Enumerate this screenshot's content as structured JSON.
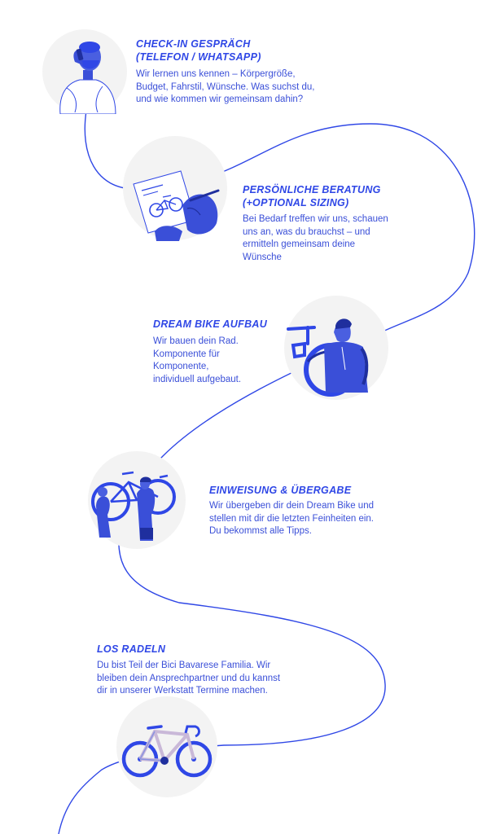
{
  "colors": {
    "accent": "#2f47e6",
    "text": "#3a4fd8",
    "circle": "#f3f3f3"
  },
  "steps": [
    {
      "title": [
        "CHECK-IN GESPRÄCH",
        "(TELEFON / WHATSAPP)"
      ],
      "text": [
        "Wir lernen uns kennen – Körpergröße,",
        "Budget, Fahrstil, Wünsche. Was suchst du,",
        "und wie kommen wir gemeinsam dahin?"
      ],
      "icon": "phone-call-person-icon"
    },
    {
      "title": [
        "PERSÖNLICHE BERATUNG",
        "(+OPTIONAL SIZING)"
      ],
      "text": [
        "Bei Bedarf treffen wir uns, schauen",
        "uns an, was du brauchst – und",
        "ermitteln gemeinsam deine",
        "Wünsche"
      ],
      "icon": "consultation-sketch-icon"
    },
    {
      "title": [
        "DREAM BIKE AUFBAU"
      ],
      "text": [
        "Wir bauen dein Rad.",
        "Komponente für",
        "Komponente,",
        "individuell aufgebaut."
      ],
      "icon": "mechanic-bike-build-icon"
    },
    {
      "title": [
        "EINWEISUNG & ÜBERGABE"
      ],
      "text": [
        "Wir übergeben dir dein Dream Bike und",
        "stellen mit dir die letzten Feinheiten ein.",
        "Du bekommst alle Tipps."
      ],
      "icon": "bike-handover-icon"
    },
    {
      "title": [
        "LOS RADELN"
      ],
      "text": [
        "Du bist Teil der Bici Bavarese Familia. Wir",
        "bleiben dein Ansprechpartner und du kannst",
        "dir in unserer Werkstatt Termine machen."
      ],
      "icon": "road-bike-icon"
    }
  ]
}
